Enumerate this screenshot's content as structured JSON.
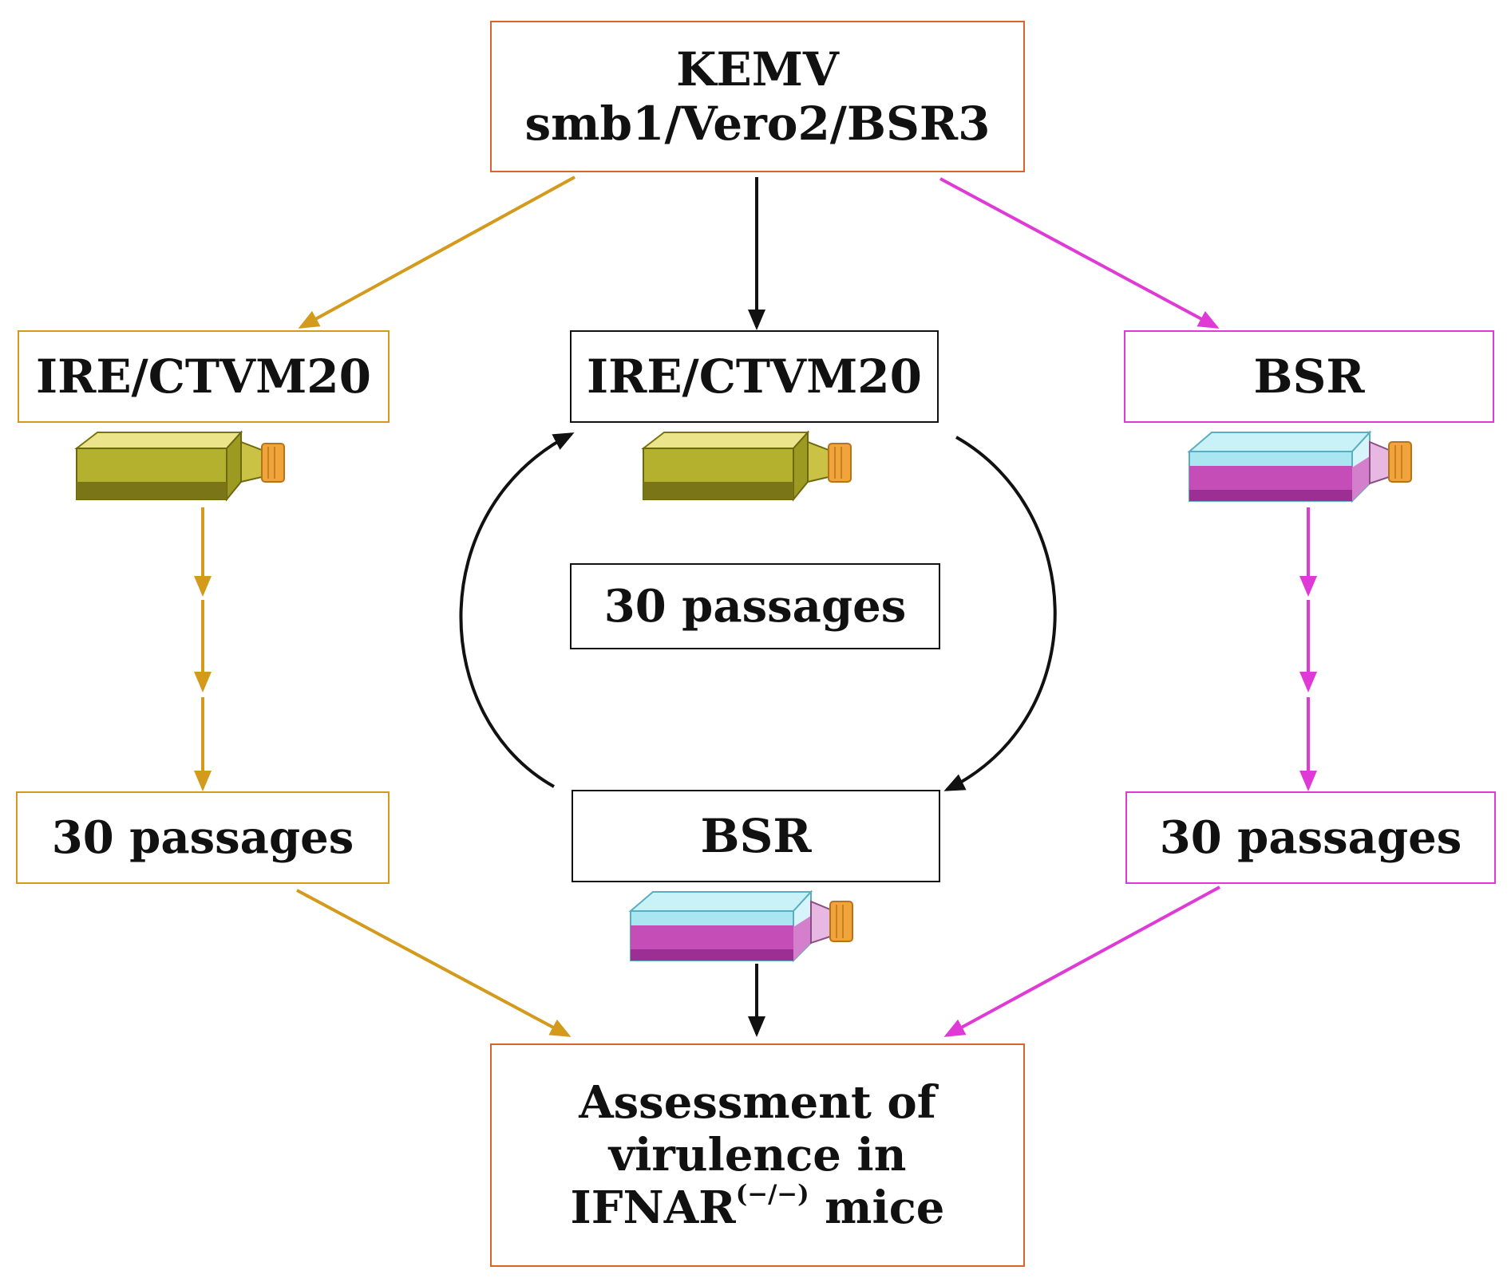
{
  "colors": {
    "gold": "#d39a1c",
    "magenta": "#e03ad6",
    "black": "#111111",
    "orange_border": "#d9652a",
    "flask_olive": "#b4b12e",
    "flask_pink": "#c44db8",
    "flask_blue": "#a9e6f2",
    "cap": "#f0a43a"
  },
  "top_box": {
    "line1": "KEMV",
    "line2": "smb1/Vero2/BSR3"
  },
  "left_column": {
    "cell_line": "IRE/CTVM20",
    "passages": "30 passages",
    "flask_icon": "olive-culture-flask-icon"
  },
  "center_column": {
    "cell_line_top": "IRE/CTVM20",
    "passages": "30 passages",
    "cell_line_bottom": "BSR",
    "flask_icons": [
      "olive-culture-flask-icon",
      "pink-culture-flask-icon"
    ]
  },
  "right_column": {
    "cell_line": "BSR",
    "passages": "30 passages",
    "flask_icon": "pink-culture-flask-icon"
  },
  "bottom_box": {
    "line1": "Assessment of",
    "line2": "virulence in",
    "line3_main": "IFNAR",
    "line3_sup": "(−/−)",
    "line3_end": " mice"
  }
}
